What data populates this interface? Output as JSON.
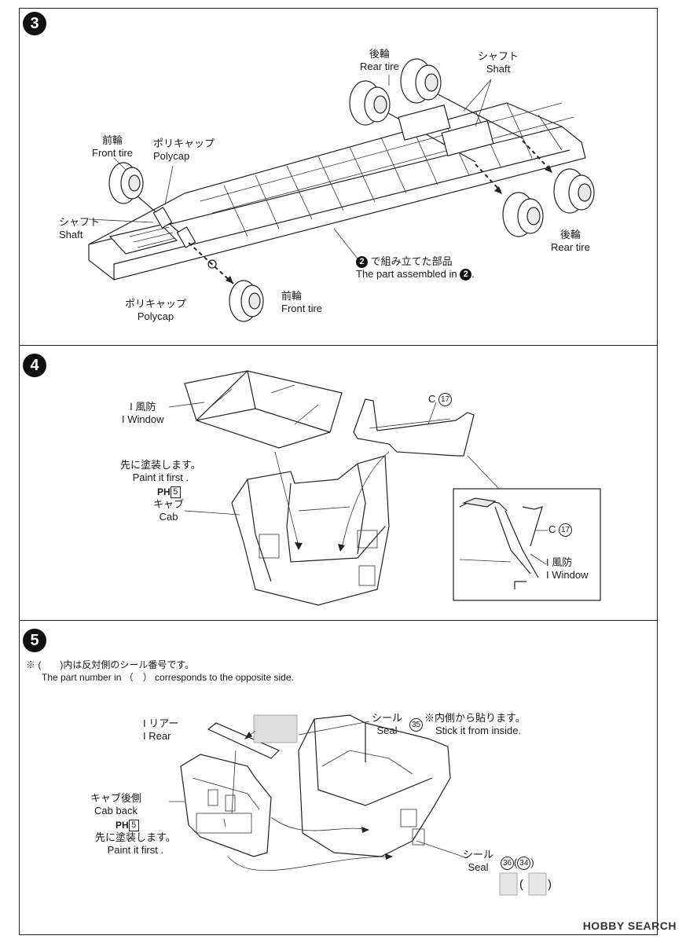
{
  "step3": {
    "number": "3",
    "rear_tire_top": {
      "ja": "後輪",
      "en": "Rear tire"
    },
    "shaft_top": {
      "ja": "シャフト",
      "en": "Shaft"
    },
    "front_tire_left": {
      "ja": "前輪",
      "en": "Front tire"
    },
    "polycap_top": {
      "ja": "ポリキャップ",
      "en": "Polycap"
    },
    "shaft_left": {
      "ja": "シャフト",
      "en": "Shaft"
    },
    "rear_tire_right": {
      "ja": "後輪",
      "en": "Rear tire"
    },
    "assembled_ref": "2",
    "assembled": {
      "ja": "で組み立てた部品",
      "en": "The part assembled in",
      "suffix": "."
    },
    "polycap_bottom": {
      "ja": "ポリキャップ",
      "en": "Polycap"
    },
    "front_tire_bottom": {
      "ja": "前輪",
      "en": "Front tire"
    }
  },
  "step4": {
    "number": "4",
    "i_window": {
      "ja": "I 風防",
      "en": "I Window"
    },
    "c17": {
      "prefix": "C",
      "num": "17"
    },
    "paint": {
      "ja": "先に塗装します。",
      "en": "Paint it first ."
    },
    "ph": {
      "code": "PH",
      "num": "5"
    },
    "cab": {
      "ja": "キャブ",
      "en": "Cab"
    },
    "detail_c17": {
      "prefix": "C",
      "num": "17"
    },
    "detail_window": {
      "ja": "I 風防",
      "en": "I Window"
    }
  },
  "step5": {
    "number": "5",
    "note": {
      "mark": "※",
      "ja": "(　　)内は反対側のシール番号です。",
      "en": "The part number in （　） corresponds to the opposite side."
    },
    "i_rear": {
      "ja": "I リアー",
      "en": "I Rear"
    },
    "seal35": {
      "ja": "シール",
      "en": "Seal",
      "num": "35"
    },
    "inside": {
      "ja": "※内側から貼ります。",
      "en": "Stick it from inside."
    },
    "cab_back": {
      "ja": "キャブ後側",
      "en": "Cab back"
    },
    "ph": {
      "code": "PH",
      "num": "5"
    },
    "paint": {
      "ja": "先に塗装します。",
      "en": "Paint it first ."
    },
    "seal36": {
      "ja": "シール",
      "en": "Seal",
      "num": "36",
      "alt": "34"
    }
  },
  "watermark": "HOBBY SEARCH"
}
